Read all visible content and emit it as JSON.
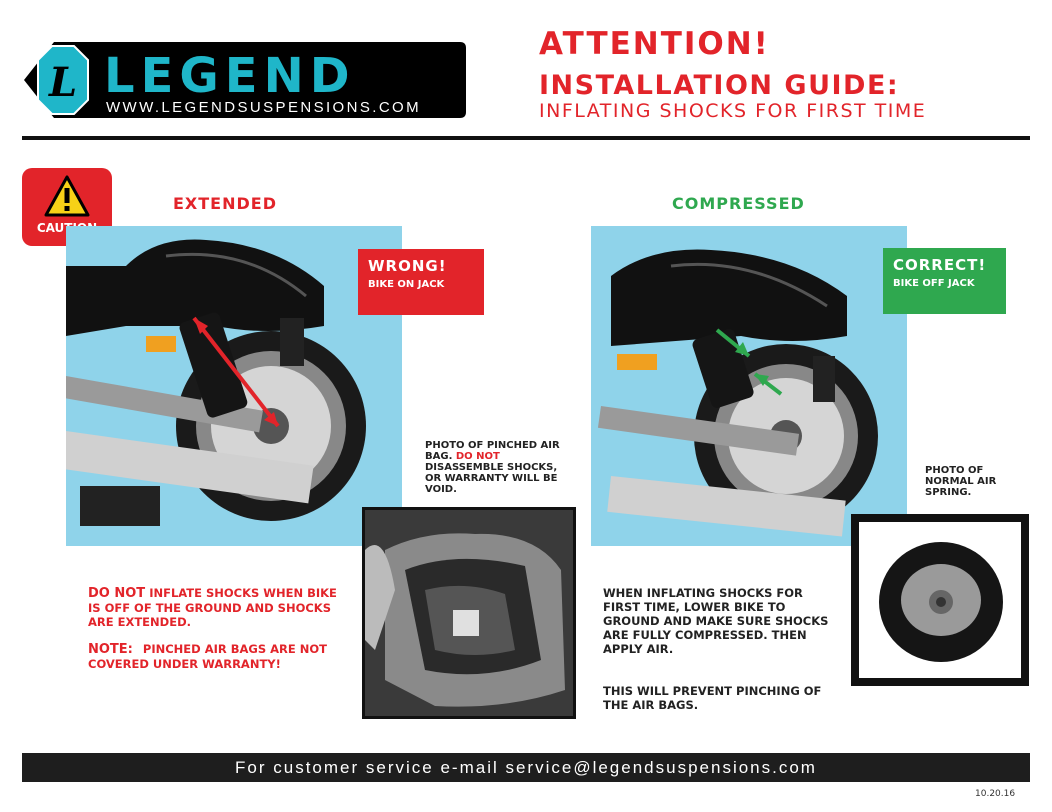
{
  "logo": {
    "name": "LEGEND",
    "url": "WWW.LEGENDSUSPENSIONS.COM",
    "mark": "L"
  },
  "header": {
    "attention": "ATTENTION!",
    "guide": "INSTALLATION GUIDE:",
    "subtitle": "INFLATING SHOCKS FOR FIRST TIME"
  },
  "caution": {
    "label": "CAUTION",
    "icon": "warning-triangle-icon"
  },
  "extended": {
    "title": "EXTENDED",
    "tag_big": "WRONG!",
    "tag_small": "BIKE ON JACK",
    "inset_note_1": "PHOTO OF PINCHED AIR BAG.",
    "inset_note_red": "DO NOT",
    "inset_note_2": "DISASSEMBLE SHOCKS, OR WARRANTY WILL BE VOID.",
    "warn_red": "DO NOT",
    "warn_rest": "INFLATE SHOCKS WHEN BIKE IS OFF OF THE GROUND AND SHOCKS ARE EXTENDED.",
    "note_label": "NOTE:",
    "note_text": "PINCHED AIR BAGS ARE NOT COVERED UNDER WARRANTY!"
  },
  "compressed": {
    "title": "COMPRESSED",
    "tag_big": "CORRECT!",
    "tag_small": "BIKE OFF JACK",
    "inset_note": "PHOTO OF NORMAL AIR SPRING.",
    "instructions": "WHEN INFLATING SHOCKS FOR FIRST TIME, LOWER BIKE TO GROUND AND MAKE SURE SHOCKS ARE FULLY COMPRESSED. THEN APPLY AIR.",
    "instructions_2": "THIS WILL PREVENT PINCHING OF THE AIR BAGS."
  },
  "footer": {
    "text": "For customer service e-mail service@legendsuspensions.com"
  },
  "date": "10.20.16",
  "colors": {
    "red": "#e2242a",
    "green": "#2fa84f",
    "teal": "#1fb6c9",
    "sky": "#8fd3ea"
  }
}
